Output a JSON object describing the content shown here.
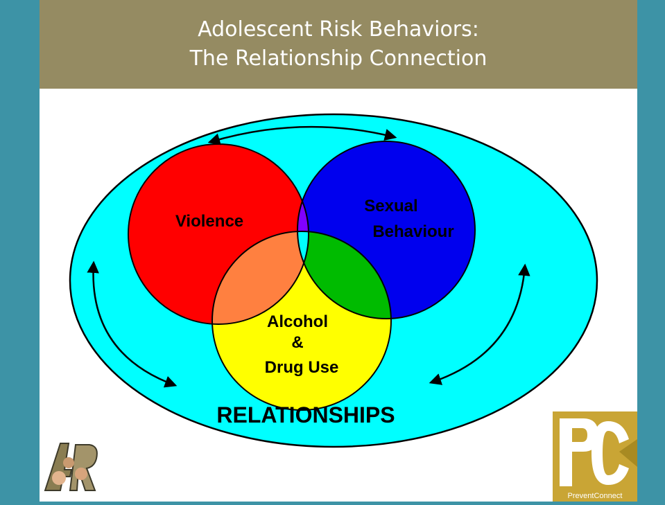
{
  "title": {
    "line1": "Adolescent Risk Behaviors:",
    "line2": "The Relationship Connection"
  },
  "diagram": {
    "outer_label": "RELATIONSHIPS",
    "circles": [
      {
        "label": "Violence",
        "color": "#ff0000"
      },
      {
        "label_line1": "Sexual",
        "label_line2": "Behaviour",
        "color": "#0000ee"
      },
      {
        "label_line1": "Alcohol",
        "label_line2": "&",
        "label_line3": "Drug Use",
        "color": "#ffff00"
      }
    ],
    "overlap_colors": {
      "violence_sexual": "#8000ff",
      "violence_alcohol": "#ff8040",
      "sexual_alcohol": "#00bb00",
      "center": "#00ffff"
    },
    "outer_color": "#00ffff"
  },
  "logos": {
    "left": {
      "name": "4R logo",
      "text": "4R"
    },
    "right": {
      "name": "PreventConnect logo",
      "mark": "PC",
      "caption": "PreventConnect",
      "color": "#c9a535"
    }
  }
}
